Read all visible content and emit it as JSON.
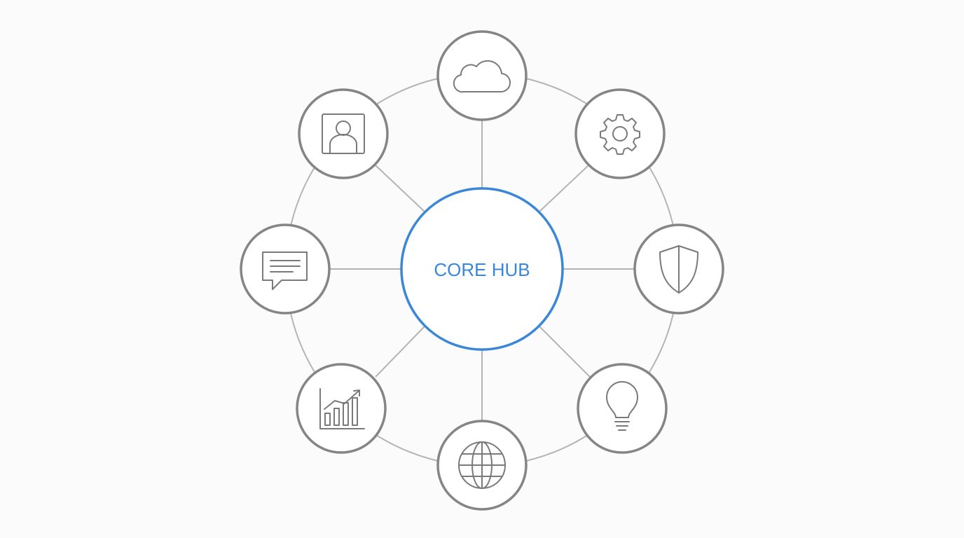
{
  "hub": {
    "label": "CORE HUB",
    "color": "#3a86d8"
  },
  "nodes": [
    {
      "icon": "cloud-icon",
      "position": "top"
    },
    {
      "icon": "gear-icon",
      "position": "top-right"
    },
    {
      "icon": "shield-icon",
      "position": "right"
    },
    {
      "icon": "lightbulb-icon",
      "position": "bottom-right"
    },
    {
      "icon": "globe-icon",
      "position": "bottom"
    },
    {
      "icon": "bar-chart-icon",
      "position": "bottom-left"
    },
    {
      "icon": "chat-icon",
      "position": "left"
    },
    {
      "icon": "user-profile-icon",
      "position": "top-left"
    }
  ],
  "colors": {
    "node_stroke": "#858585",
    "connector": "#b4b4b4",
    "icon": "#7a7a7a",
    "background": "#fbfbfb"
  }
}
